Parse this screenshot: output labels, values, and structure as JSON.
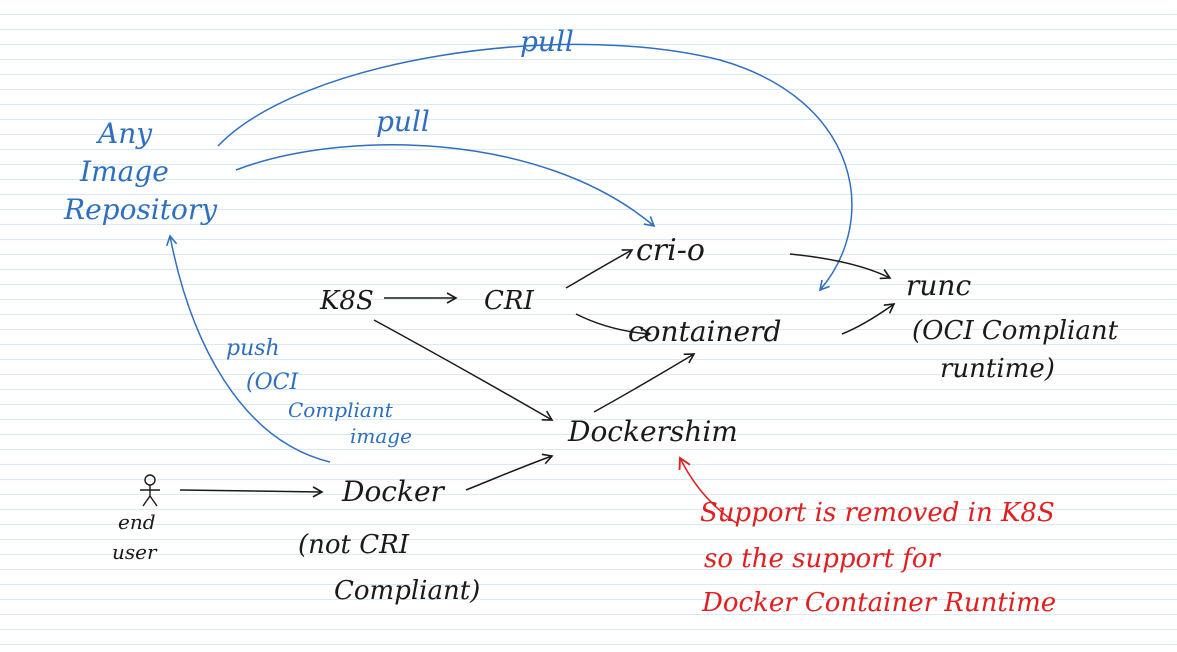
{
  "diagram": {
    "labels": {
      "pull_top": "pull",
      "pull_mid": "pull",
      "repo_line1": "Any",
      "repo_line2": "Image",
      "repo_line3": "Repository",
      "crio": "cri-o",
      "runc": "runc",
      "k8s": "K8S",
      "cri": "CRI",
      "containerd": "containerd",
      "oci_line1": "(OCI Compliant",
      "oci_line2": "runtime)",
      "push_line1": "push",
      "push_line2": "(OCI",
      "push_line3": "Compliant",
      "push_line4": "image",
      "dockershim": "Dockershim",
      "docker": "Docker",
      "enduser_line1": "end",
      "enduser_line2": "user",
      "notcri_line1": "(not CRI",
      "notcri_line2": "Compliant)",
      "note_line1": "Support is removed in K8S",
      "note_line2": "so the support for",
      "note_line3": "Docker Container Runtime"
    },
    "icons": {
      "end_user": "stick-figure-icon"
    },
    "colors": {
      "ink": "#1a1a1a",
      "blue_ink": "#2f6fbf",
      "red_ink": "#e02020",
      "paper_rule": "#d7eaf5"
    }
  }
}
